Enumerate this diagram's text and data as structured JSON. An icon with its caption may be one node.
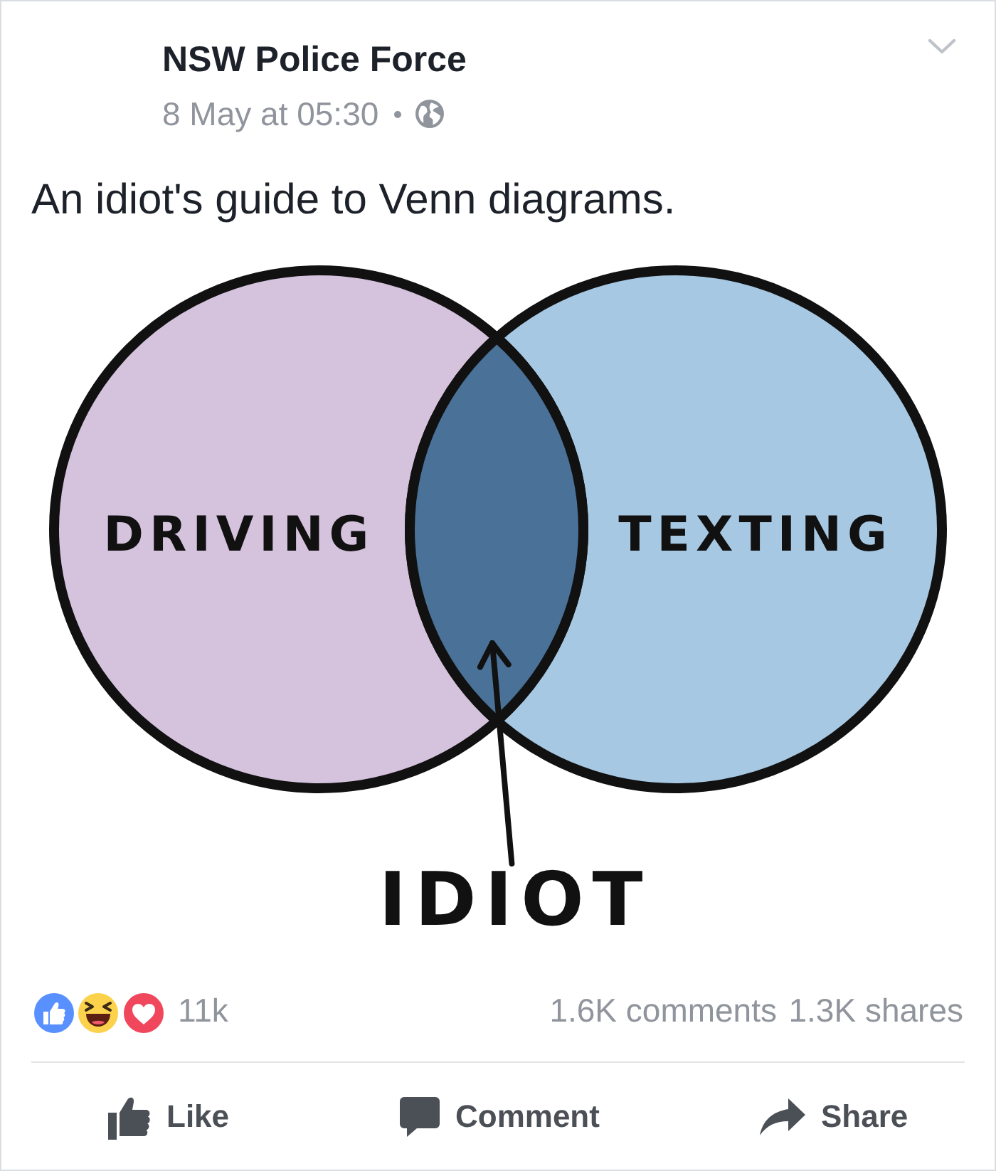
{
  "diagram": {
    "title": "An idiot's guide to Venn diagrams.",
    "nodes": [
      {
        "text": [
          "DRIVING"
        ]
      },
      {
        "text": [],
        "shape": "lens"
      },
      {
        "text": [
          "TEXTING"
        ]
      },
      {
        "text": [
          "IDIOT"
        ]
      }
    ],
    "edges": [
      {
        "from": 3,
        "to": 1,
        "arrow": "to"
      }
    ],
    "labels": [
      "NSW Police Force",
      "8 May at 05:30",
      "11k",
      "1.6K comments",
      "1.3K shares",
      "Like",
      "Comment",
      "Share"
    ]
  }
}
